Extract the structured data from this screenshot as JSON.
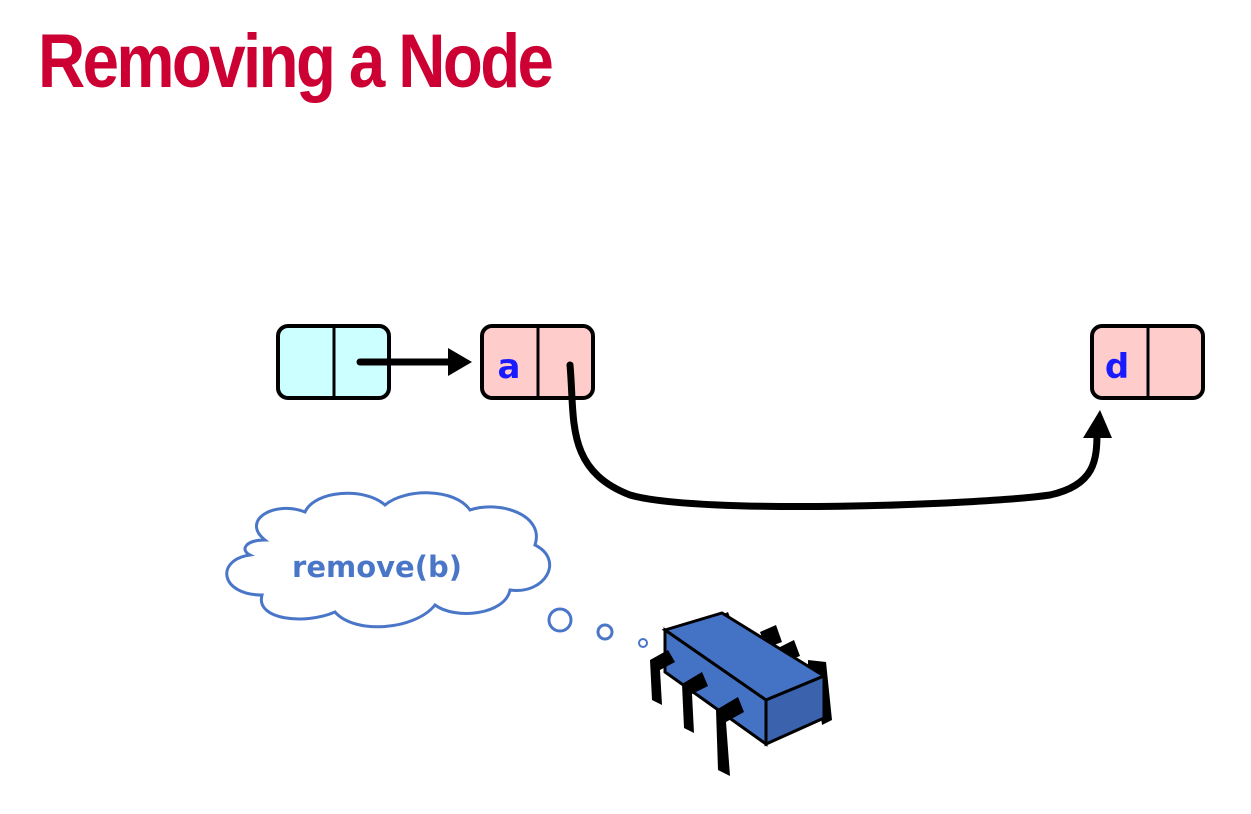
{
  "slide": {
    "title": "Removing a Node"
  },
  "nodes": [
    {
      "id": "head",
      "label": "",
      "color": "#ccffff"
    },
    {
      "id": "a",
      "label": "a",
      "color": "#ffcccc"
    },
    {
      "id": "d",
      "label": "d",
      "color": "#ffcccc"
    }
  ],
  "thought": {
    "text": "remove(b)"
  },
  "colors": {
    "title": "#cc0033",
    "label": "#1a1aff",
    "thought_outline": "#4a76c8",
    "chip": "#4472c4"
  },
  "icons": {
    "thread": "processor-chip-icon",
    "thought": "thought-cloud-icon"
  }
}
